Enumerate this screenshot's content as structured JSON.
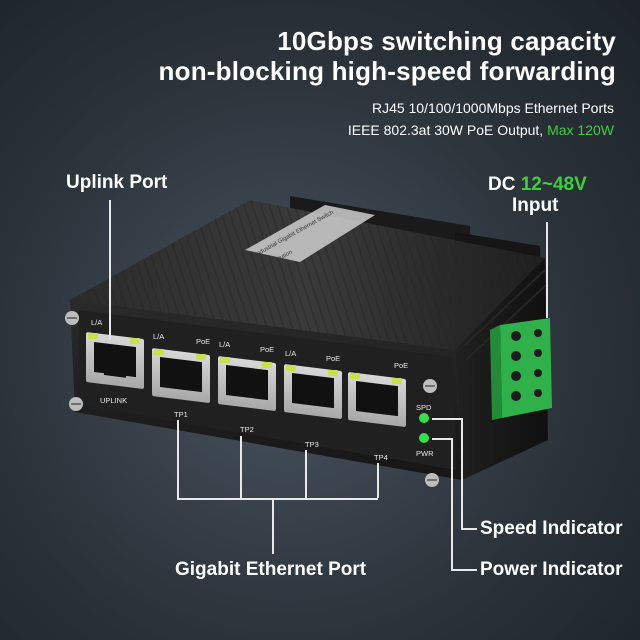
{
  "headline": {
    "line1": "10Gbps switching capacity",
    "line2": "non-blocking high-speed forwarding"
  },
  "specs": {
    "ports": "RJ45 10/100/1000Mbps Ethernet Ports",
    "poe_prefix": "IEEE 802.3at 30W PoE Output, ",
    "poe_max": "Max 120W"
  },
  "labels": {
    "uplink_port": "Uplink Port",
    "dc_prefix": "DC ",
    "dc_range": "12~48V",
    "dc_input": "Input",
    "speed_indicator": "Speed Indicator",
    "power_indicator": "Power Indicator",
    "gigabit_port": "Gigabit Ethernet Port"
  },
  "device": {
    "top_label_1": "Industrial Gigabit Ethernet Switch",
    "top_label_2": "Professional Network Solution",
    "uplink_la": "L/A",
    "uplink_name": "UPLINK",
    "port_la": "L/A",
    "port_poe": "PoE",
    "ports": [
      "TP1",
      "TP2",
      "TP3",
      "TP4"
    ],
    "spd": "SPD",
    "pwr": "PWR"
  },
  "colors": {
    "accent_green": "#3ecf3e",
    "terminal_green": "#2fb04a",
    "led_green": "#35e04a"
  }
}
